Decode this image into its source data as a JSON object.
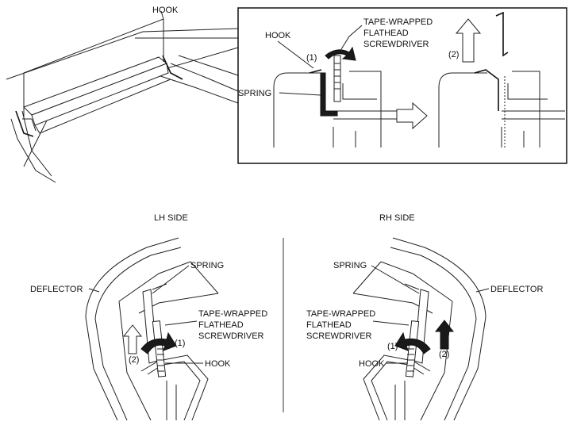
{
  "top_left": {
    "hook_label": "HOOK"
  },
  "top_right": {
    "hook_label": "HOOK",
    "spring_label": "SPRING",
    "tool_label_line1": "TAPE-WRAPPED",
    "tool_label_line2": "FLATHEAD",
    "tool_label_line3": "SCREWDRIVER",
    "step1": "(1)",
    "step2": "(2)"
  },
  "lh": {
    "title": "LH SIDE",
    "deflector_label": "DEFLECTOR",
    "spring_label": "SPRING",
    "tool_label_line1": "TAPE-WRAPPED",
    "tool_label_line2": "FLATHEAD",
    "tool_label_line3": "SCREWDRIVER",
    "step1": "(1)",
    "step2": "(2)",
    "hook_label": "HOOK"
  },
  "rh": {
    "title": "RH SIDE",
    "deflector_label": "DEFLECTOR",
    "spring_label": "SPRING",
    "tool_label_line1": "TAPE-WRAPPED",
    "tool_label_line2": "FLATHEAD",
    "tool_label_line3": "SCREWDRIVER",
    "step1": "(1)",
    "step2": "(2)",
    "hook_label": "HOOK"
  }
}
